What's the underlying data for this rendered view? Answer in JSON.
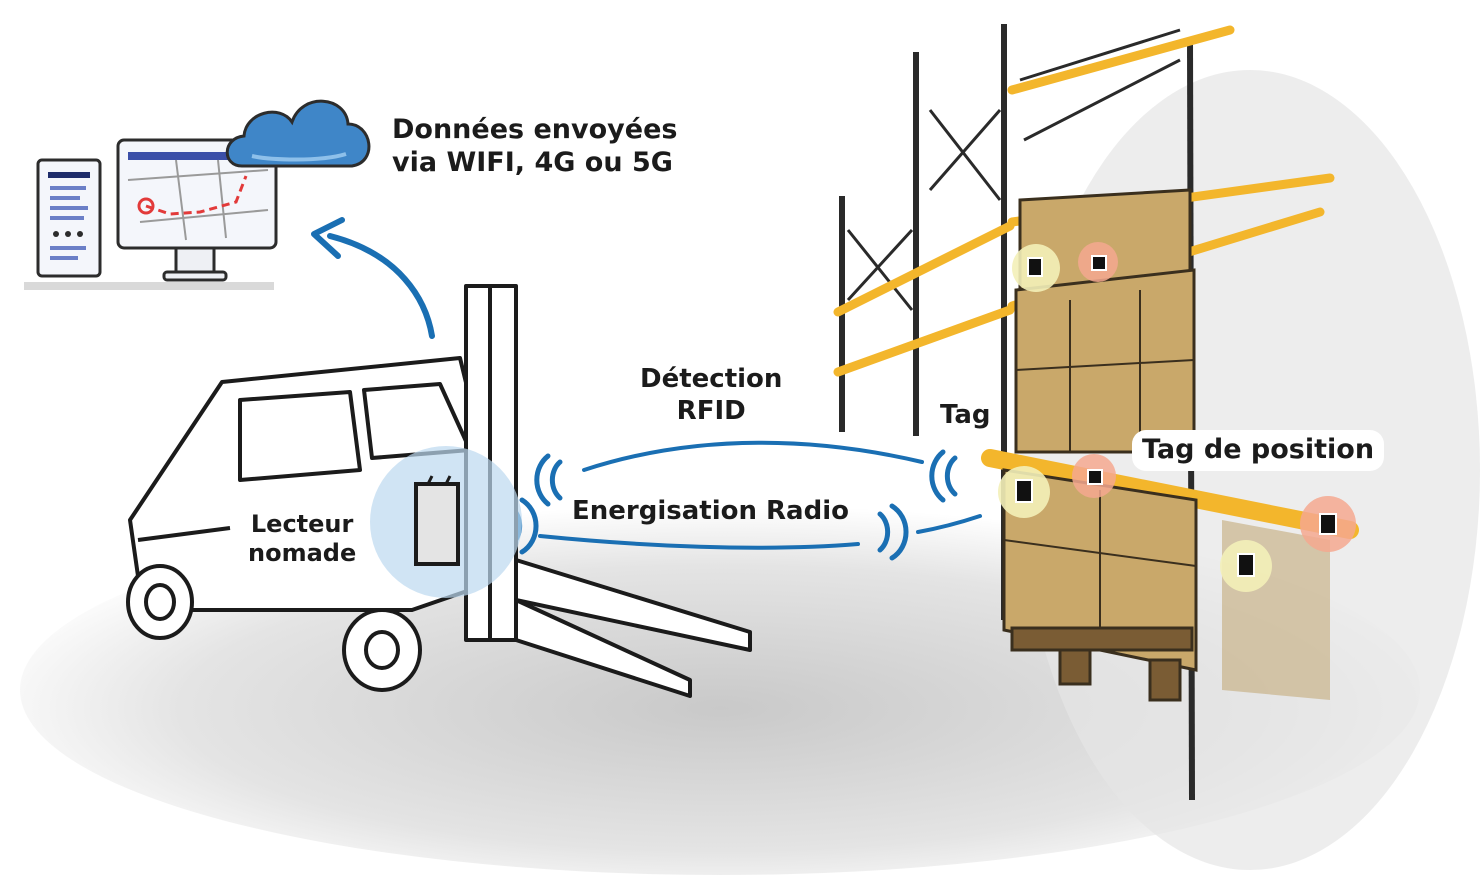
{
  "labels": {
    "data_sent": [
      "Données envoyées",
      "via WIFI, 4G ou 5G"
    ],
    "detection": [
      "Détection",
      "RFID"
    ],
    "energizing": "Energisation Radio",
    "tag": "Tag",
    "position_tag": "Tag de position",
    "reader": [
      "Lecteur",
      "nomade"
    ]
  },
  "colors": {
    "signal": "#1a6fb3",
    "reader_halo": "#bcd8ef",
    "cloud": "#3f86c8",
    "rack_beam": "#f3b62c",
    "box": "#c9a86a",
    "tag_halo": "#f3efb8",
    "position_tag_halo": "#f4a88f",
    "map_route": "#e23a3a"
  },
  "icons": [
    "cloud-icon",
    "monitor-icon",
    "server-icon",
    "forklift-icon",
    "rfid-reader-icon",
    "wave-icon",
    "tag-icon",
    "pallet-icon",
    "rack-icon"
  ]
}
